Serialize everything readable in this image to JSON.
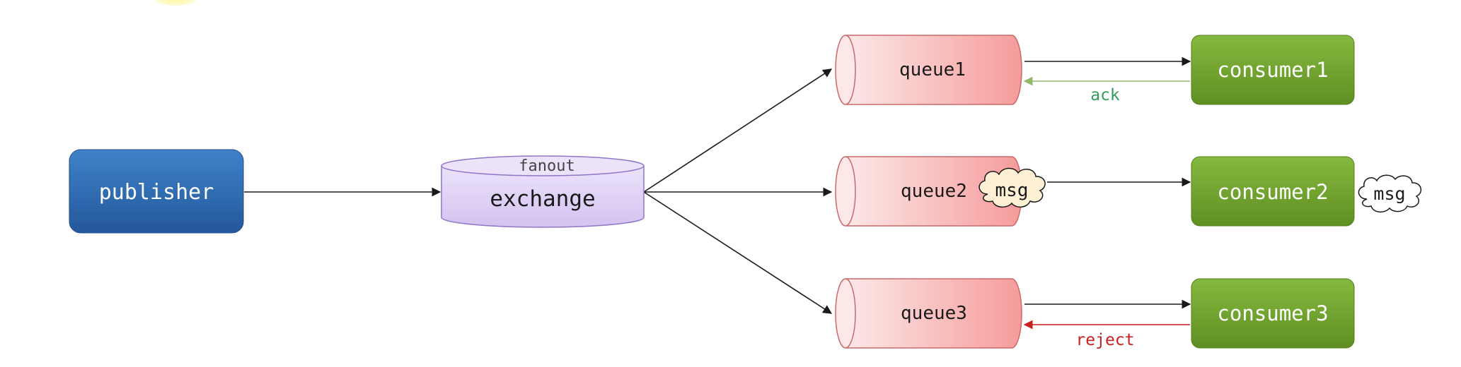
{
  "publisher": {
    "label": "publisher"
  },
  "exchange": {
    "label": "exchange",
    "type_label": "fanout"
  },
  "queues": [
    {
      "label": "queue1"
    },
    {
      "label": "queue2"
    },
    {
      "label": "queue3"
    }
  ],
  "consumers": [
    {
      "label": "consumer1"
    },
    {
      "label": "consumer2"
    },
    {
      "label": "consumer3"
    }
  ],
  "messages": {
    "in_queue2": "msg",
    "at_consumer2": "msg"
  },
  "feedback": {
    "ack": "ack",
    "reject": "reject"
  },
  "colors": {
    "publisher": "#2f6db5",
    "exchange_fill": "#e2d6f5",
    "queue_fill": "#f7a5a5",
    "consumer": "#76a832",
    "ack": "#2e9e5b",
    "reject": "#cc1f1f",
    "edge": "#1a1a1a",
    "ack_edge": "#93b86a"
  }
}
